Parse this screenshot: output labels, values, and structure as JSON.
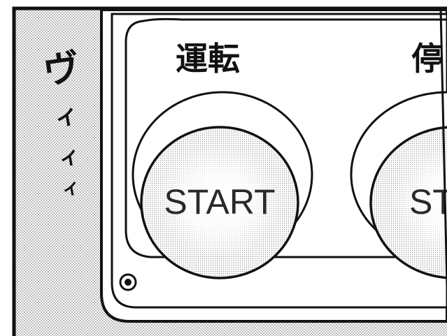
{
  "sound_effect": {
    "text_line1": "ヴ",
    "text_line2": "ィ",
    "text_line3": "ィ",
    "text_line4": "ィ"
  },
  "panel": {
    "run_label": "運転",
    "stop_label_partial": "停",
    "start_button_label": "START",
    "stop_button_label_partial": "ST"
  },
  "colors": {
    "ink": "#111111",
    "screentone": "#c8c8c8",
    "paper": "#ffffff"
  },
  "icons": {
    "indicator": "indicator-lamp-icon"
  }
}
